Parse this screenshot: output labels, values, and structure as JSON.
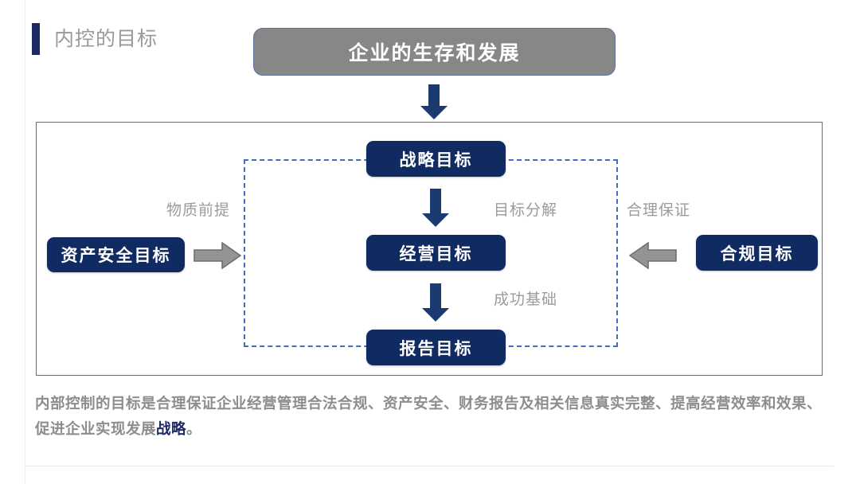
{
  "heading": {
    "title": "内控的目标",
    "accent_color": "#1b2a64",
    "text_color": "#9a9a9a"
  },
  "top_goal": {
    "label": "企业的生存和发展",
    "fill_color": "#878787",
    "border_color": "#5f7099",
    "text_color": "#ffffff"
  },
  "diagram": {
    "dashed_border_color": "#3f6ec2",
    "box_fill_color": "#102a62",
    "box_text_color": "#ffffff",
    "arrow_color": "#1b3a70",
    "gray_arrow_fill": "#949494",
    "gray_arrow_stroke": "#6f6f6f",
    "boxes": {
      "strategy": "战略目标",
      "operation": "经营目标",
      "report": "报告目标",
      "asset": "资产安全目标",
      "compliance": "合规目标"
    },
    "captions": {
      "material_premise": "物质前提",
      "reasonable_assurance": "合理保证",
      "goal_decomposition": "目标分解",
      "success_foundation": "成功基础"
    }
  },
  "caption": {
    "part1": "内部控制的目标是合理保证企业经营管理合法合规、资产安全、财务报告及相关信息真实完整、提高经营效率和效果、促进企业实现发展",
    "highlight": "战略",
    "part2": "。",
    "text_color": "#8d8d8d",
    "highlight_color": "#1b2a64"
  }
}
